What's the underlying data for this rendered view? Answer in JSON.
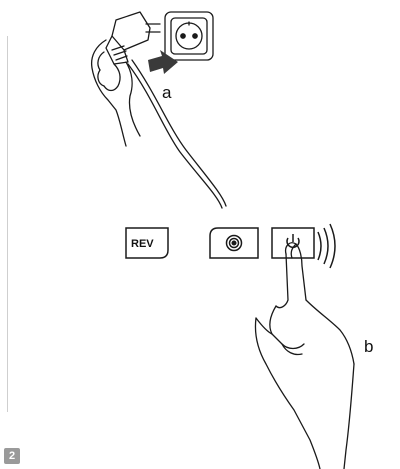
{
  "labels": {
    "a": "a",
    "b": "b"
  },
  "buttons": {
    "rev": "REV"
  },
  "page_number": "2",
  "colors": {
    "line": "#1a1a1a",
    "arrow": "#3a3a3a",
    "badge": "#9a9a9a"
  }
}
